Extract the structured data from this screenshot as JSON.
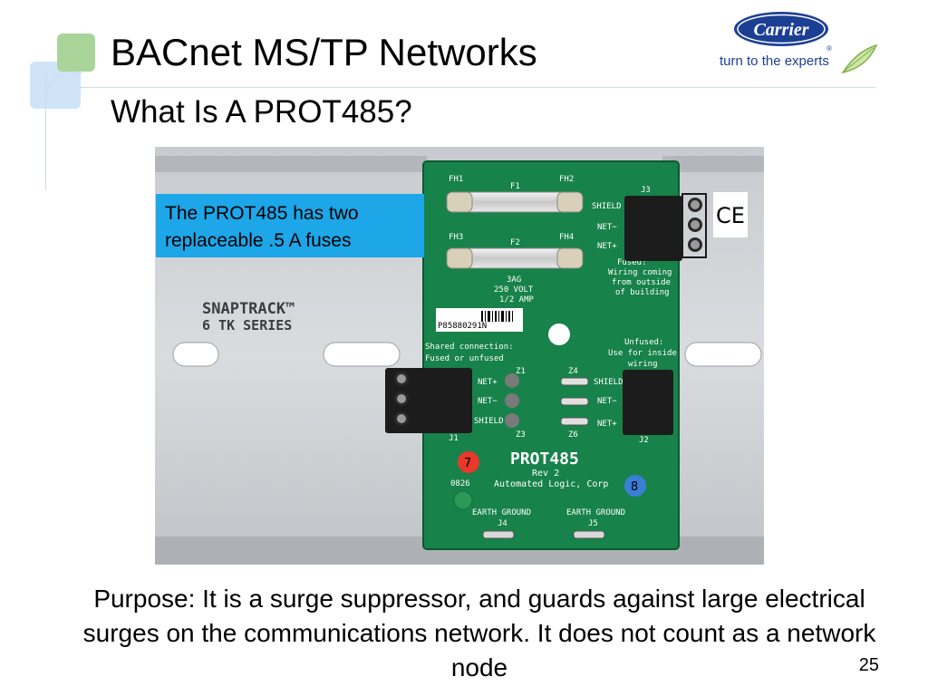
{
  "slide": {
    "title": "BACnet MS/TP Networks",
    "subtitle": "What Is A PROT485?",
    "callout": {
      "line1": "The PROT485 has two",
      "line2": "replaceable .5 A fuses"
    },
    "purpose": "Purpose: It is a surge suppressor, and guards against large electrical surges on the communications network. It does not count as a network node",
    "page_number": "25"
  },
  "logo": {
    "brand": "Carrier",
    "tagline": "turn to the experts",
    "registered": "®"
  },
  "photo": {
    "rail_brand": "SNAPTRACK™",
    "rail_series": "6 TK SERIES",
    "fuse_labels": [
      "FH1",
      "F1",
      "FH2",
      "FH3",
      "F2",
      "FH4"
    ],
    "fuse_spec": [
      "3AG",
      "250 VOLT",
      "1/2 AMP"
    ],
    "j3_label": "J3",
    "j3_pins": [
      "SHIELD",
      "NET−",
      "NET+"
    ],
    "fused_note": [
      "Fused:",
      "Wiring coming",
      "from outside",
      "of building"
    ],
    "barcode_text": "P85880291N",
    "shared_note": [
      "Shared connection:",
      "Fused or unfused"
    ],
    "unfused_note": [
      "Unfused:",
      "Use for inside",
      "wiring"
    ],
    "left_pins": [
      "NET+",
      "NET−",
      "SHIELD"
    ],
    "right_pins": [
      "SHIELD",
      "NET−",
      "NET+"
    ],
    "z_labels": [
      "Z1",
      "Z4",
      "Z3",
      "Z6"
    ],
    "j1_label": "J1",
    "j2_label": "J2",
    "board_name": "PROT485",
    "board_rev": "Rev 2",
    "board_maker": "Automated Logic, Corp",
    "date_code": "0826",
    "sticker_red": "7",
    "sticker_blue": "8",
    "earth1": "EARTH GROUND",
    "earth2": "EARTH GROUND",
    "j4_label": "J4",
    "j5_label": "J5",
    "ce_mark": "CE"
  }
}
